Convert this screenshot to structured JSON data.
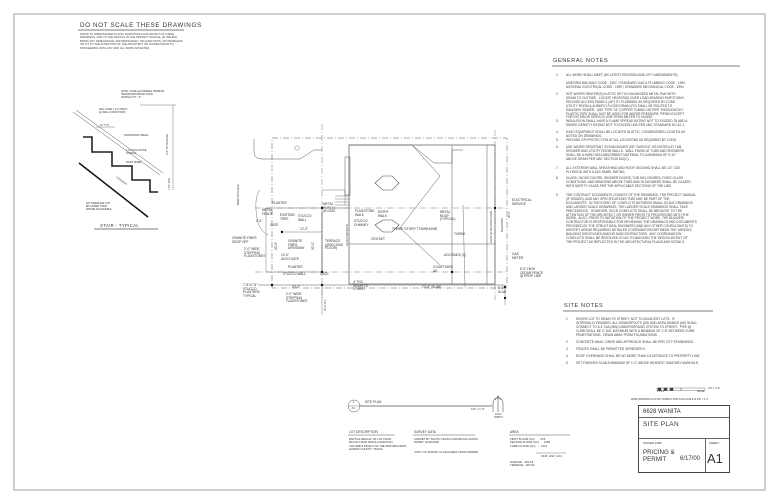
{
  "header": {
    "title": "DO NOT SCALE THESE DRAWINGS",
    "text": "PRIOR TO DIMENSIONED PLANS, ELEVATIONS AND DETAILS IN THESE\nDRAWINGS, AND TO THE DETAILS IN THE PROJECT MANUAL (IF ISSUED),\nBRING ANY DIMENSIONAL DISCREPANCIES, OR QUESTIONS, OR PROBLEMS\nOR FIT TO THE ATTENTION OF THE ARCHITECT OR OWNER PRIOR TO\nPROCEEDING WITH ANY AND ALL WORK AFFECTED."
  },
  "stair": {
    "title": "STAIR - TYPICAL",
    "labels": [
      "NOTE: CODE ALLOWABLE MINIMUM\nHEADROOM ABOVE STAIR\nNOSING 6'-8\" - 8\"",
      "RAIL OVER 1 1/2 SHAFT\n@ WALL CONDITIONS",
      "11\" TYP",
      "HARDWOOD TREAD",
      "1 1/4\" BULLNOSE\nNOSING",
      "PAINT RISER",
      "STRINGER",
      "3/8\" FIREDOOR GYP\nBD UNDER STAIR\nWHERE ACCESSIBLE",
      "3'-0\" TO HANDRAIL",
      "7 3/4\" MAX"
    ]
  },
  "general_notes": {
    "title": "GENERAL   NOTES",
    "items": [
      {
        "num": "1.",
        "text": "ALL WORK SHALL MEET (W/ LATEST REVISION AND CITY AMENDMENTS):\n\nUNIFORM BUILDING CODE - 1997 / STANDARD GAS & PLUMBING CODE - 1994\nNATIONAL ELECTRICAL CODE - 1999 / STANDARD MECHANICAL CODE - 1994"
      },
      {
        "num": "2.",
        "text": "HOT WATER HEATER(S) IN ATTIC SET IN GALVANIZED METAL PAN WITH\nDRAIN TO OUTSIDE.  LOCATE HEATER(S) OVER LOAD BEARING PARTITIONS.\nPROVIDE ACCESS PANELS (AP) TO PLUMBING AS REQUIRED BY CODE.\nUTILITY ROOM (LAUNDRY) FLOOR DRAIN (FD) SHALL BE ROUTED TO\nSANITARY SEWER.  USE TYPE \"M\" COPPER TUBING OR PIPE THROUGHOUT.\nPLASTIC PIPE SHALL NOT BE USED FOR WATER PRESSURE PIPING EXCEPT\nFOR EXTERIOR SERVICE LINE FROM METER TO HOUSE."
      },
      {
        "num": "3.",
        "text": "INSULATION SHALL HAVE A FLAME SPREAD RATING NOT TO EXCEED 25 AND A\nSMOKE DENSITY RATING NOT TO EXCEED 450 PER UBC STANDARD NO.42-1."
      },
      {
        "num": "4.",
        "text": "HVAC EQUIPMENT SHALL BE LOCATED IN ATTIC, CONDENSORS LOCATED AS\nNOTED ON DRAWINGS."
      },
      {
        "num": "5.",
        "text": "PROVIDE GFI PROTECTION AT ALL LOCATIONS AS REQUIRED BY CODE."
      },
      {
        "num": "6.",
        "text": "USE WATER RESISTANT GYSUM BOARD (OR \"DUROCK\" AS NOTED) AT TUB,\nSHOWER AND UTILITY ROOM WALLS.  WALL FINISH AT TUBS AND SHOWERS\nSHALL BE A HARD NON-ABSORBENT MATERIAL TO A MINIMUM OF 5'-10\"\nABOVE DRAIN PER UBC SECTION 510(C)."
      },
      {
        "num": "7.",
        "text": "ALL EXTERIOR WALL SHEATHING AND ROOF DECKING SHALL BE 1/2\" CDX\nPLYWOOD WITH A 24/0 PANEL RATING."
      },
      {
        "num": "8.",
        "text": "GLASS / WOOD DOORS, SHOWER DOORS, TUB INCLOSURES, FIXED GLASS\nCONDITIONS, AND WINDOWS ABOVE TUBS AND IN SHOWERS SHALL BE GLAZED\nWITH SAFETY GLASS PER THE APPLICABLE SECTIONS OF THE UBC."
      },
      {
        "num": "9.",
        "text": "THE CONTRACT DOCUMENTS CONSIST OF THE DRAWINGS, THE PROJECT MANUAL\n(IF ISSUED), AND ANY SPECIFICATIONS THAT MAY BE PART OF THE\nDOCUMENTS.  IN THE EVENT OF CONFLICTS BETWEEN SMALL SCALE DRAWINGS\nAND LARGER SCALE DRAWINGS, THE LARGER SCALE DRAWINGS SHALL TAKE\nPRECEDENCE.  HOWEVER, SUCH CONFLICTS SHALL BE BROUGHT TO THE\nATTENTION OF THE ARCHITECT OR OWNER PRIOR TO PROCEEDING WITH THE\nWORK.  ALSO, PRIOR TO INITIATION OF THE PROJECT WORK, THE BUILDER/\nCONTRACTOR IS RESPONSIBLE FOR REVIEWING THE DRAWINGS AND DOCUMENTS\nPROVIDED BY THE STRUCTURAL ENGINEER (AND ANY OTHER CONSULTANTS) TO\nIDENTIFY AREAS REQUIRING DETAILED COORDINATION BETWEEN THE VARIOUS\nBUILDING DISCIPLINES AND/OR SUBCONTRACTORS.  ANY COORDINATION\nCONFLICTS SHALL BE RESOLVED SO AS TO MAINTAIN THE DESIGN INTENT OF\nTHE PROJECT AS REFLECTED IN THE ARCHITECTURAL PLANS AND DETAILS."
      }
    ]
  },
  "site_notes": {
    "title": "SITE   NOTES",
    "items": [
      {
        "num": "1.",
        "text": "ENTIRE LOT TO DRAIN TO STREET, NOT TO ADJACENT LOTS.  IF\nINTERNALLY DRAINED, ALL DOWNSPOUTS (DS) AND AREA DRAINS (AD) SHALL\nCONNECT TO A 4\" DIA.(MIN) UNDERGROUND SYSTEM TO STREET.  PIPE @\nCURB SHALL BE 4\" DIA. MAXIMUM WITH A MINIMUM OF 1'-8\" BETWEEN CURB\nPENETRATIONS.  DRAIN AWAY FROM FOUNDATIONS."
      },
      {
        "num": "2.",
        "text": "CONCRETE WALK, DRIVE AND APPROACH SHALL BE PER CITY STANDARDS."
      },
      {
        "num": "3.",
        "text": "FENCES SHALL BE PERMITTED SEPARATELY."
      },
      {
        "num": "4.",
        "text": "ROOF OVERHANG SHALL BE NO MORE THAN 1/3 DISTANCE TO PROPERTY LINE."
      },
      {
        "num": "5.",
        "text": "SET FINISHED SLAB A MINIMUM OF 1'-0\" ABOVE NEAREST SANITARY MANHOLE."
      }
    ]
  },
  "site_plan": {
    "street": "MARTIN PLACE",
    "labels": {
      "metal_fence": "METAL\nFENCE",
      "planter_top": "PLANTER",
      "existing_tree": "EXISTING\nTREE",
      "stucco_wall_top": "STUCCO\nWALL",
      "metal_porch_gate": "METAL\nPORCH\n@ GATE",
      "gate_left": "GATE",
      "dim_left": "3'-6\"",
      "granite_drop": "GRANITE FINES\nDROP OFF",
      "stepping_left": "2'-0\" WIDE\nSTEPPING\nFLAGSTONES",
      "granite_drive": "GRANITE\nFINES\nDRIVEWAY",
      "auto_gate": "12'-0\"\nAUTO GATE",
      "dim_12": "12'-0\"",
      "dim_20a": "20'-0\"",
      "dim_20b": "20'-0\"",
      "terrace": "TERRACE\n(@SECOND\nFLOOR)",
      "planter_bottom": "PLANTER",
      "stucco_wall_bottom": "STUCCO WALL",
      "gate_bottom": "GATE",
      "flagstone_walk": "FLAGSTONE\nWALK",
      "entry_walk": "ENTRY\nWALK",
      "stucco_chimney": "STUCCO\nCHIMNEY",
      "cricket": "CRICKET",
      "townhome": "THREE STORY TOWNHOME",
      "metal_roof": "METAL\nROOF\n(TYPICAL)",
      "turbo": "TURBO",
      "ac_conds": "AC/CONDS (3)",
      "courtyard": "COURTYARD\nAD",
      "electrical": "ELECTRICAL\nSERVICE",
      "gas_meter": "GAS\nMETER",
      "cedar_fence": "6'-0\" HIGH\nCEDAR FENCE\n@ PROP LINE",
      "pvc_drain": "4\" PVC\nDRAIN TO\nSTREET",
      "stucco_plasters": "7'-8\"x7'-8\"\nSTUCCO\nPLASTERS\nTYPICAL",
      "stepping_bottom": "2'-0\" WIDE\nSTEPPING\nFLAGSTONES",
      "dim_20_bottom": "20'-0\"",
      "slab_dim": "70'-0\" (SLAB)",
      "rear_dim": "5'-0\"\nSLAB",
      "setback_1": "ROOF @ SECOND FLOOR",
      "setback_2": "BACKYARD",
      "dim_bottom_vert": "20'-0\" B.L.",
      "setback_front": "FRONT SETBACK",
      "dim_right": "30'-0\""
    },
    "caption_num": "1",
    "caption_sheet": "A1",
    "caption": "SITE PLAN",
    "scale": "1/8\" = 1'-0\"",
    "north": "PLAN\nNORTH"
  },
  "lot_description": {
    "title": "LOT DESCRIPTION",
    "text": "PARTIAL REPLAT OF LOT FOUR\nBLOCK FOUR MINOLA ADDITION\nVOLUME 6 PAGE 6 OF THE MAP RECORDS\nHARRIS COUNTY, TEXAS"
  },
  "survey_data": {
    "title": "SURVEY DATA",
    "text": "SURVEY BY SOUTH TEXAS SURVEYING ASSOC.\nDATED: 02/18/1999",
    "copy": "COPY OF SURVEY IS AVAILABLE FROM OWNER"
  },
  "area": {
    "title": "AREA",
    "lines": "FIRST FLOOR (AC)   -   978\nSECOND FLOOR (AC)  -   1256\nTHIRD FLOOR (AC)   -   1211",
    "total": "3445  GSF  (AC)",
    "other": "GARAGE - 481 SF\nTERRACE - 300 SF"
  },
  "scale_bar": {
    "marks": "1 2 4 8",
    "end": "SCALE",
    "ratio": "1/8\" = 1'-0\"",
    "print_note": "WHEN PRINTED IN 24\"x36\" FORMAT SITE PLAN SCALE IS 1/8\" = 1'-0\""
  },
  "title_block": {
    "project": "6628 WANITA",
    "sheet_title": "SITE  PLAN",
    "issued_label": "ISSUED FOR:",
    "issued_for": "PRICING &\nPERMIT",
    "date": "6/17/00",
    "sheet_label": "SHEET",
    "sheet_number": "A1"
  }
}
